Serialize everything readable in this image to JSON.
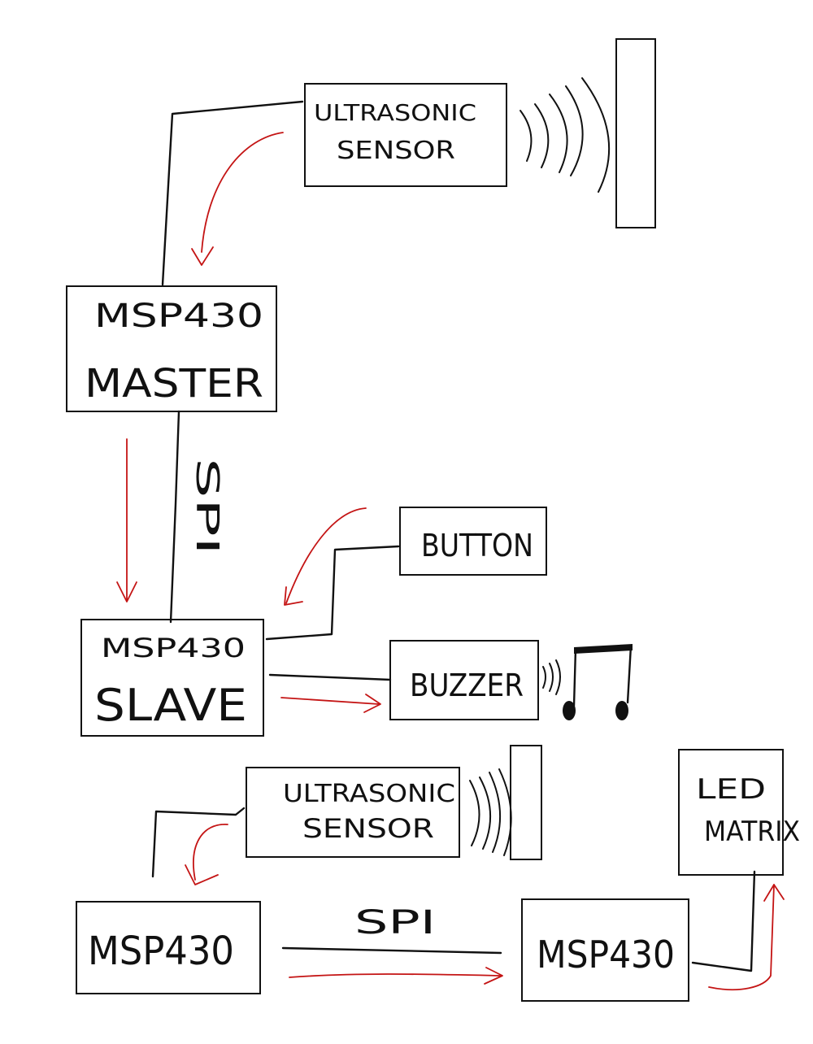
{
  "colors": {
    "ink": "#111111",
    "signal_arrow": "#c41414",
    "paper": "#ffffff"
  },
  "top": {
    "ultrasonic": {
      "line1": "ULTRASONIC",
      "line2": "SENSOR"
    },
    "master": {
      "line1": "MSP430",
      "line2": "MASTER"
    },
    "bus_label": "SPI",
    "slave": {
      "line1": "MSP430",
      "line2": "SLAVE"
    },
    "button": "BUTTON",
    "buzzer": "BUZZER"
  },
  "bottom": {
    "ultrasonic": {
      "line1": "ULTRASONIC",
      "line2": "SENSOR"
    },
    "mcu_left": "MSP430",
    "bus_label": "SPI",
    "mcu_right": "MSP430",
    "led_matrix": {
      "line1": "LED",
      "line2": "MATRIX"
    }
  },
  "icons": [
    "obstacle-wall-icon",
    "sound-waves-icon",
    "music-note-icon"
  ]
}
